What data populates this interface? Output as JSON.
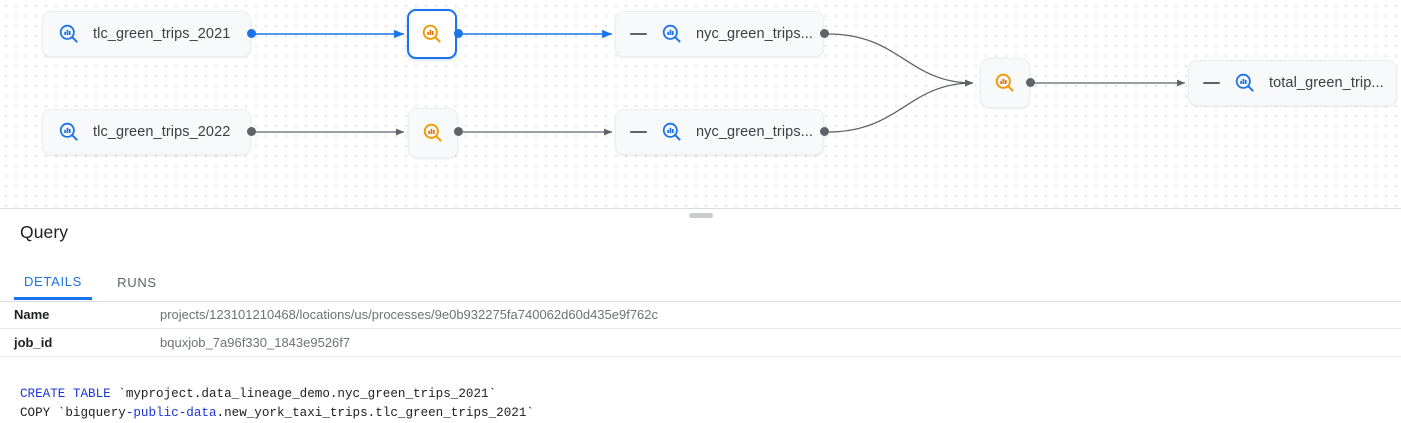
{
  "graph": {
    "nodes": [
      {
        "id": "tlc_2021",
        "type": "table",
        "label": "tlc_green_trips_2021",
        "icon": "bigquery-table-search-icon",
        "icon_color": "#1a73e8",
        "selected": false,
        "has_dash": false
      },
      {
        "id": "proc_2021",
        "type": "process",
        "label": "",
        "icon": "bigquery-process-search-icon",
        "icon_color": "#f29900",
        "selected": true,
        "has_dash": false
      },
      {
        "id": "nyc_2021",
        "type": "table",
        "label": "nyc_green_trips...",
        "icon": "bigquery-table-search-icon",
        "icon_color": "#1a73e8",
        "selected": false,
        "has_dash": true
      },
      {
        "id": "tlc_2022",
        "type": "table",
        "label": "tlc_green_trips_2022",
        "icon": "bigquery-table-search-icon",
        "icon_color": "#1a73e8",
        "selected": false,
        "has_dash": false
      },
      {
        "id": "proc_2022",
        "type": "process",
        "label": "",
        "icon": "bigquery-process-search-icon",
        "icon_color": "#f29900",
        "selected": false,
        "has_dash": false
      },
      {
        "id": "nyc_2022",
        "type": "table",
        "label": "nyc_green_trips...",
        "icon": "bigquery-table-search-icon",
        "icon_color": "#1a73e8",
        "selected": false,
        "has_dash": true
      },
      {
        "id": "proc_merge",
        "type": "process",
        "label": "",
        "icon": "bigquery-process-search-icon",
        "icon_color": "#f29900",
        "selected": false,
        "has_dash": false
      },
      {
        "id": "total",
        "type": "table",
        "label": "total_green_trip...",
        "icon": "bigquery-table-search-icon",
        "icon_color": "#1a73e8",
        "selected": false,
        "has_dash": true
      }
    ],
    "edge_colors": {
      "highlighted": "#1a73e8",
      "normal": "#5f6368"
    }
  },
  "panel": {
    "title": "Query",
    "tabs": [
      {
        "id": "details",
        "label": "DETAILS",
        "active": true
      },
      {
        "id": "runs",
        "label": "RUNS",
        "active": false
      }
    ],
    "properties": [
      {
        "key": "Name",
        "value": "projects/123101210468/locations/us/processes/9e0b932275fa740062d60d435e9f762c"
      },
      {
        "key": "job_id",
        "value": "bquxjob_7a96f330_1843e9526f7"
      }
    ],
    "sql": {
      "line1": {
        "keyword": "CREATE TABLE",
        "rest": " `myproject.data_lineage_demo.nyc_green_trips_2021`"
      },
      "line2": {
        "prefix": "COPY `bigquery",
        "highlight": "-public-data",
        "suffix": ".new_york_taxi_trips.tlc_green_trips_2021`"
      }
    }
  }
}
